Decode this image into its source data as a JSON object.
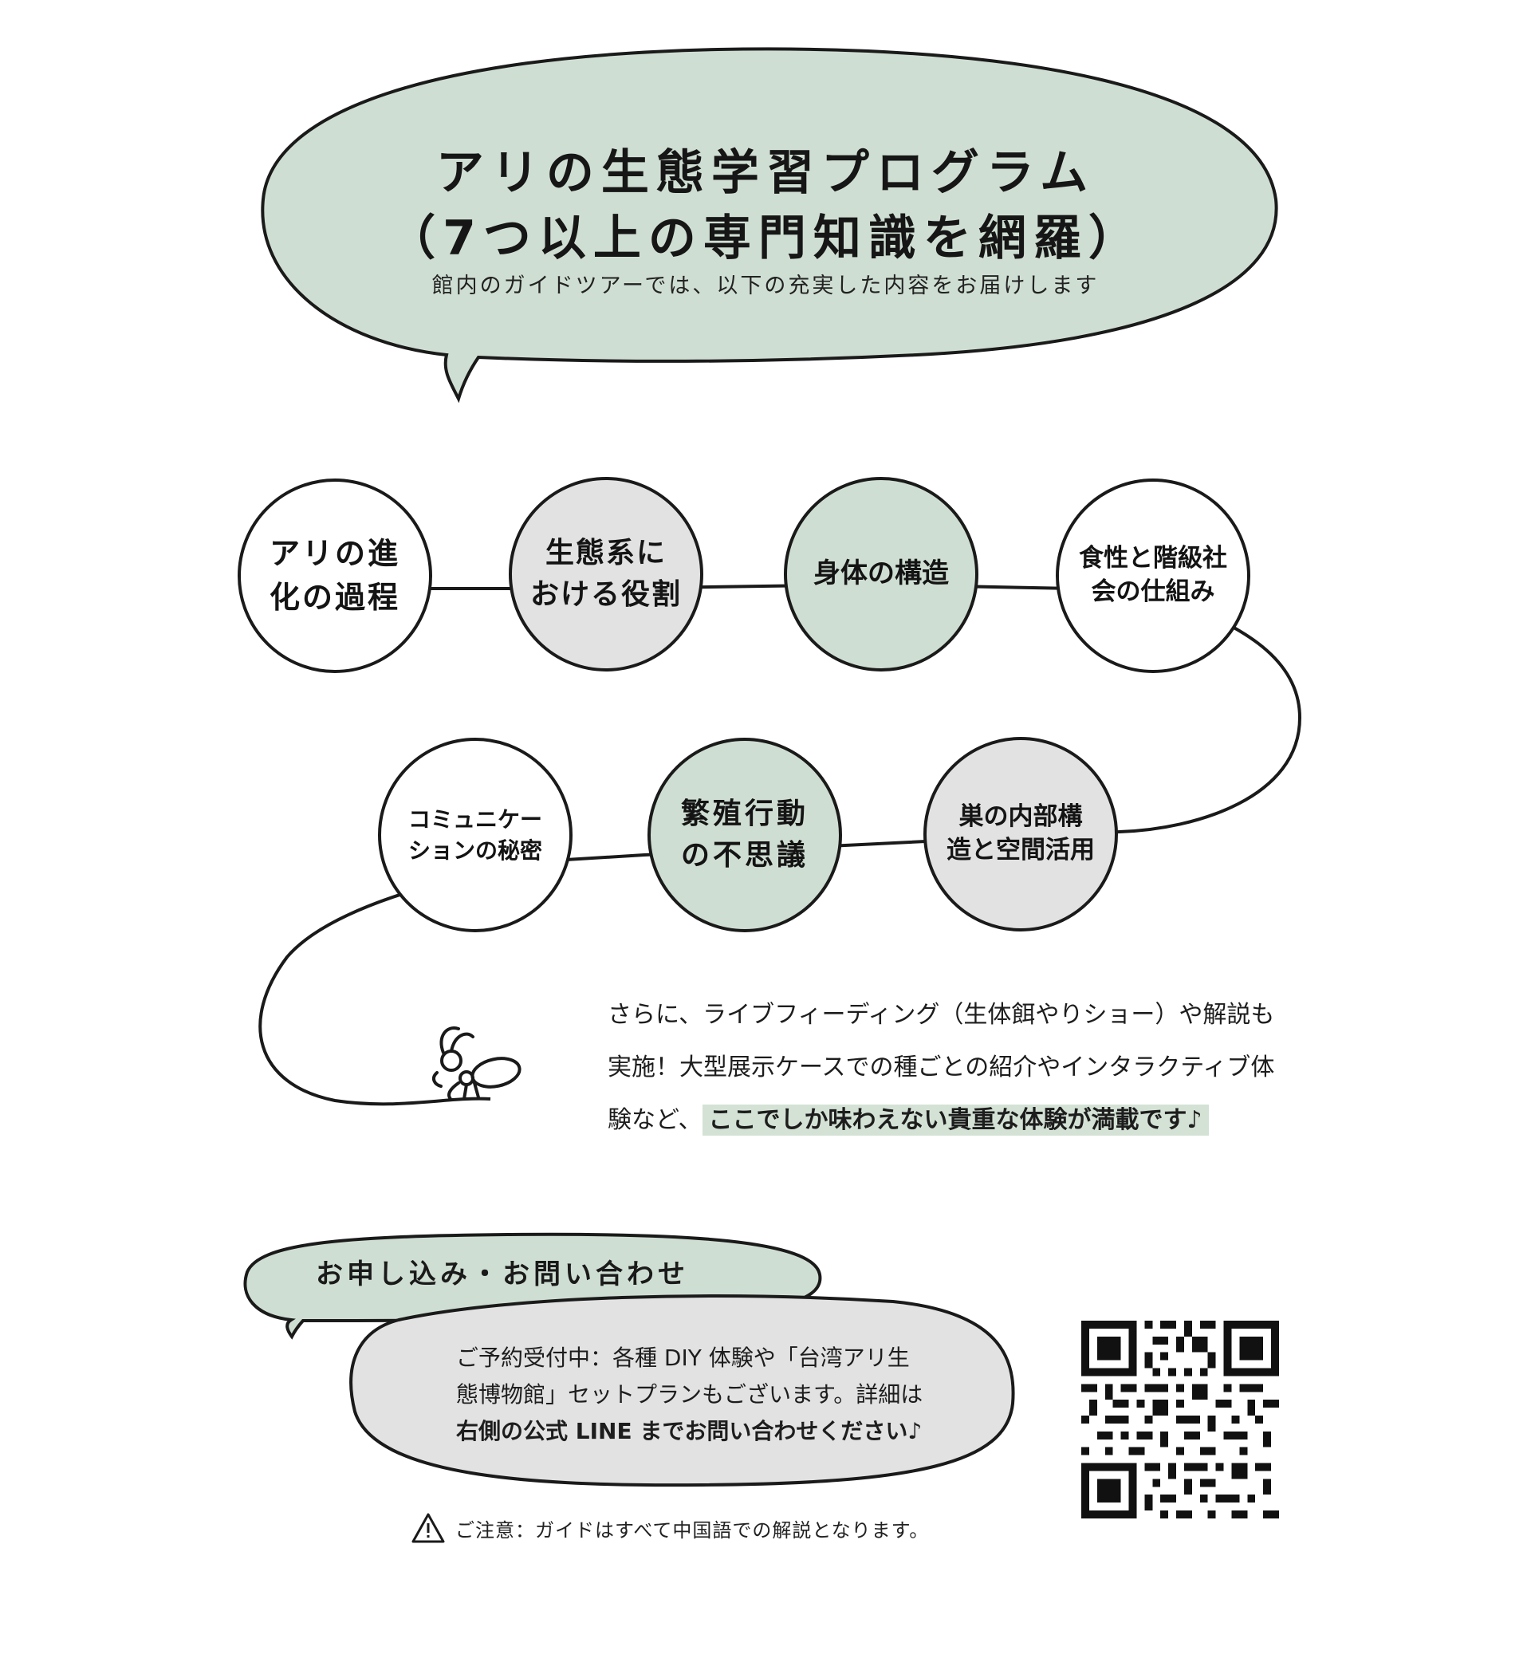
{
  "header": {
    "title_line1": "アリの生態学習プログラム",
    "title_line2": "（7つ以上の専門知識を網羅）",
    "subtitle": "館内のガイドツアーでは、以下の充実した内容をお届けします"
  },
  "topics": [
    {
      "lines": [
        "アリの進",
        "化の過程"
      ]
    },
    {
      "lines": [
        "生態系に",
        "おける役割"
      ]
    },
    {
      "lines": [
        "身体の構造"
      ]
    },
    {
      "lines": [
        "食性と階級社",
        "会の仕組み"
      ]
    },
    {
      "lines": [
        "巣の内部構",
        "造と空間活用"
      ]
    },
    {
      "lines": [
        "繁殖行動",
        "の不思議"
      ]
    },
    {
      "lines": [
        "コミュニケー",
        "ションの秘密"
      ]
    }
  ],
  "description": {
    "line1": "さらに、ライブフィーディング（生体餌やりショー）や解説も",
    "line2": "実施！大型展示ケースでの種ごとの紹介やインタラクティブ体",
    "line3_plain": "験など、",
    "line3_highlight": "ここでしか味わえない貴重な体験が満載です♪"
  },
  "contact": {
    "title": "お申し込み・お問い合わせ",
    "line1": "ご予約受付中：各種 DIY 体験や「台湾アリ生",
    "line2": "態博物館」セットプランもございます。詳細は",
    "line3": "右側の公式 LINE までお問い合わせください♪",
    "qr_icon": "qr-code-icon"
  },
  "note": {
    "icon": "warning-icon",
    "text": "ご注意：ガイドはすべて中国語での解説となります。"
  },
  "colors": {
    "sage": "#cfded2",
    "gray": "#e2e2e2",
    "ink": "#1a1a1a",
    "highlight": "#d4e2d5"
  }
}
